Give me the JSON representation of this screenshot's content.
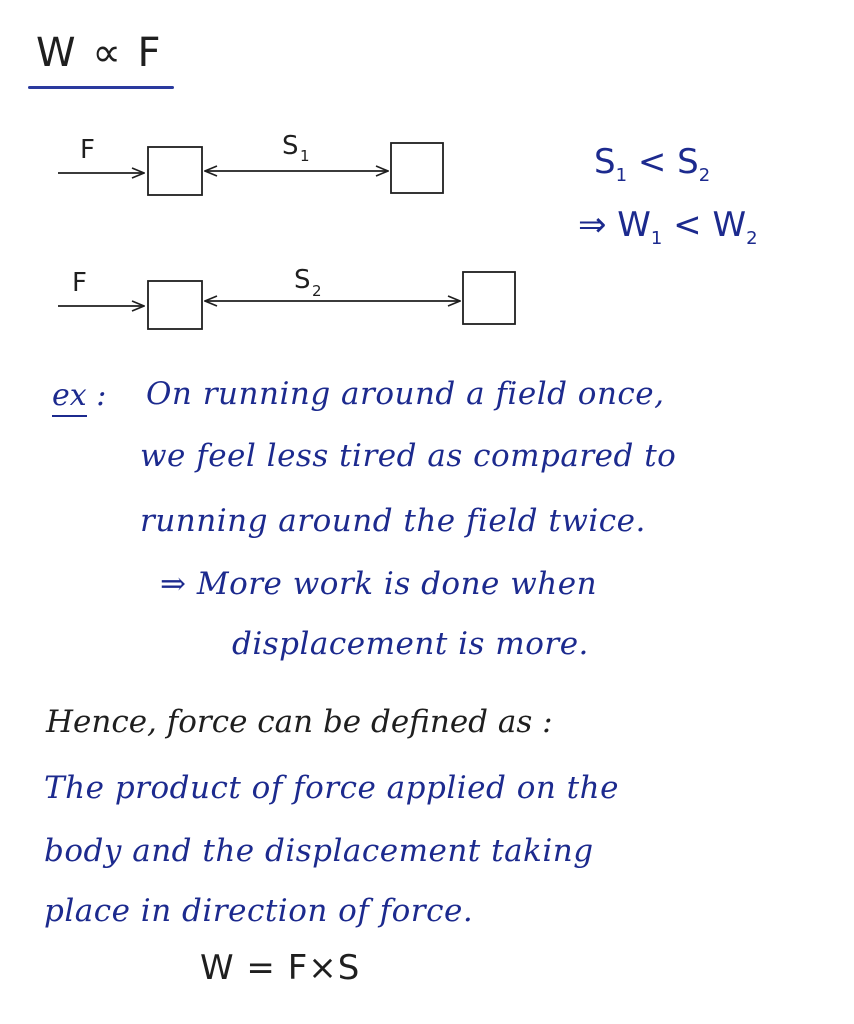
{
  "heading": {
    "text": "W ∝ F"
  },
  "diagram": {
    "force_label_1": "F",
    "force_label_2": "F",
    "disp_label_1": "S",
    "disp_sub_1": "1",
    "disp_label_2": "S",
    "disp_sub_2": "2"
  },
  "relations": {
    "line1": {
      "a": "S",
      "a_sub": "1",
      "op": " < ",
      "b": "S",
      "b_sub": "2"
    },
    "line2": {
      "prefix": "⇒ ",
      "a": "W",
      "a_sub": "1",
      "op": " < ",
      "b": "W",
      "b_sub": "2"
    }
  },
  "example": {
    "label": "ex",
    "colon": " :",
    "lines": [
      "On running around a field once,",
      "we feel less tired as compared to",
      "running around the field twice.",
      "⇒ More work is done when",
      "displacement is more."
    ]
  },
  "conclusion": {
    "intro": "Hence, force can be defined as :",
    "definition_lines": [
      "The product of force applied on the",
      "body and the displacement taking",
      "place in direction of force."
    ],
    "formula": "W = F×S"
  },
  "colors": {
    "blue_ink": "#1c2a8e",
    "black_ink": "#1f1f1f",
    "background": "#ffffff"
  }
}
